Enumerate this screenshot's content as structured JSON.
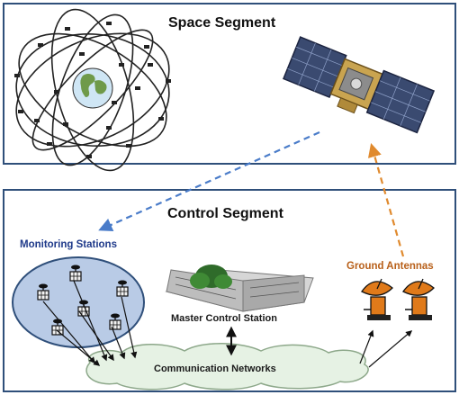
{
  "space_segment": {
    "title": "Space Segment"
  },
  "control_segment": {
    "title": "Control Segment",
    "monitoring_stations_label": "Monitoring Stations",
    "ground_antennas_label": "Ground Antennas",
    "master_control_station_label": "Master Control Station",
    "communication_networks_label": "Communication Networks"
  },
  "colors": {
    "border": "#2f4f7a",
    "monitoring_link": "#4a7cc9",
    "antenna_link": "#e08a2e",
    "monitoring_area": "#b9cbe6",
    "cloud": "#e6f2e4",
    "antenna_body": "#e07a1a"
  },
  "icons": [
    "globe-icon",
    "satellite-icon",
    "monitoring-station-icon",
    "building-icon",
    "ground-antenna-icon",
    "cloud-icon"
  ]
}
